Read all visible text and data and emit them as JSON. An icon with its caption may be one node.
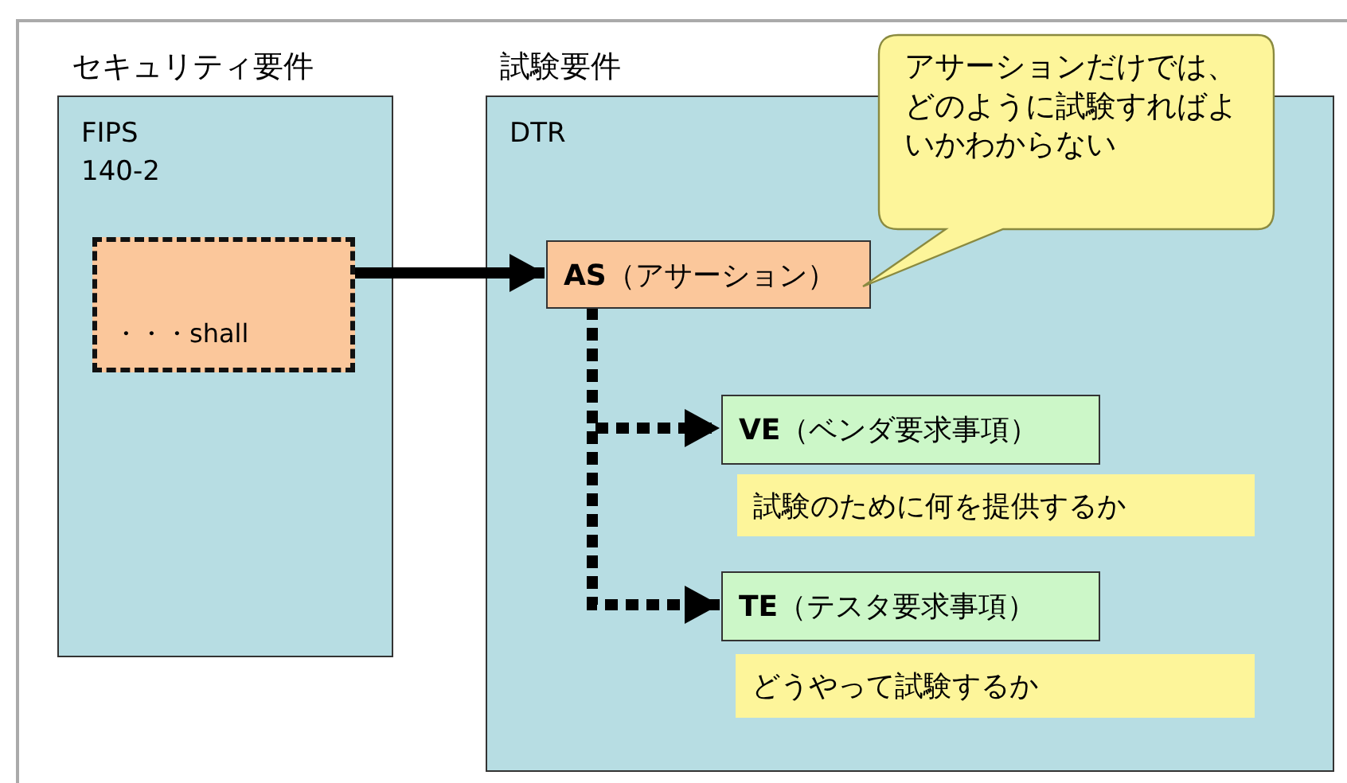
{
  "diagram": {
    "nodes": [
      {
        "text": [
          "セキュリティ要件",
          "FIPS 140-2"
        ]
      },
      {
        "text": [
          "・・・shall"
        ],
        "in": 0
      },
      {
        "text": [
          "試験要件",
          "DTR"
        ]
      },
      {
        "text": [
          "**AS**（アサーション）"
        ],
        "in": 2
      },
      {
        "text": [
          "**VE**（ベンダ要求事項）"
        ],
        "in": 2
      },
      {
        "text": [
          "試験のために何を提供するか"
        ],
        "in": 2
      },
      {
        "text": [
          "**TE**（テスタ要求事項）"
        ],
        "in": 2
      },
      {
        "text": [
          "どうやって試験するか"
        ],
        "in": 2
      },
      {
        "text": [
          "アサーションだけでは、どのように試験すればよいかわからない"
        ]
      }
    ],
    "edges": [
      {
        "from": 1,
        "to": 3,
        "arrow": "to"
      },
      {
        "from": 3,
        "to": 4,
        "arrow": "to",
        "style": "dashed"
      },
      {
        "from": 3,
        "to": 6,
        "arrow": "to",
        "style": "dashed"
      }
    ]
  }
}
